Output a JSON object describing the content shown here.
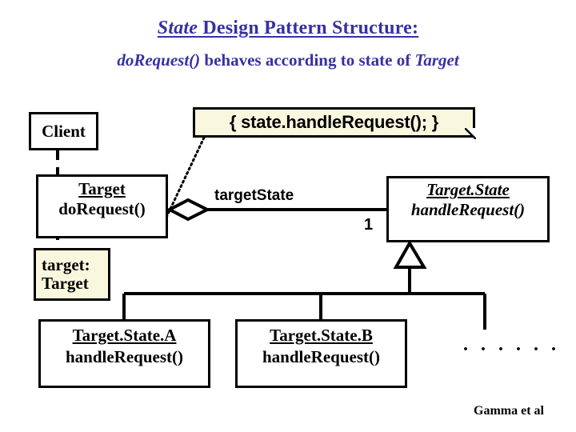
{
  "slide": {
    "title": {
      "italic_part": "State",
      "rest": " Design Pattern Structure:",
      "full": "State Design Pattern Structure:"
    },
    "subtitle": {
      "italic_method": "doRequest()",
      "middle": " behaves according to state of ",
      "italic_class": "Target",
      "full": "doRequest() behaves according to state of Target"
    },
    "credit": "Gamma et al",
    "colors": {
      "title_blue": "#3730a3",
      "note_cream": "#f9f8df",
      "line_black": "#000000",
      "box_white": "#ffffff"
    }
  },
  "classes": {
    "client": {
      "name": "Client"
    },
    "target": {
      "name": "Target",
      "operation": "doRequest()"
    },
    "target_state": {
      "name": "Target.State",
      "operation": "handleRequest()",
      "abstract": "true"
    },
    "target_state_a": {
      "name": "Target.State.A",
      "operation": "handleRequest()"
    },
    "target_state_b": {
      "name": "Target.State.B",
      "operation": "handleRequest()"
    }
  },
  "notes": {
    "handle_request_note": "{ state.handleRequest(); }",
    "target_attribute": {
      "line1": "target:",
      "line2": "Target"
    }
  },
  "association": {
    "role_label": "targetState",
    "multiplicity": "1"
  },
  "more_subclasses_marker": "· · · · · ·"
}
